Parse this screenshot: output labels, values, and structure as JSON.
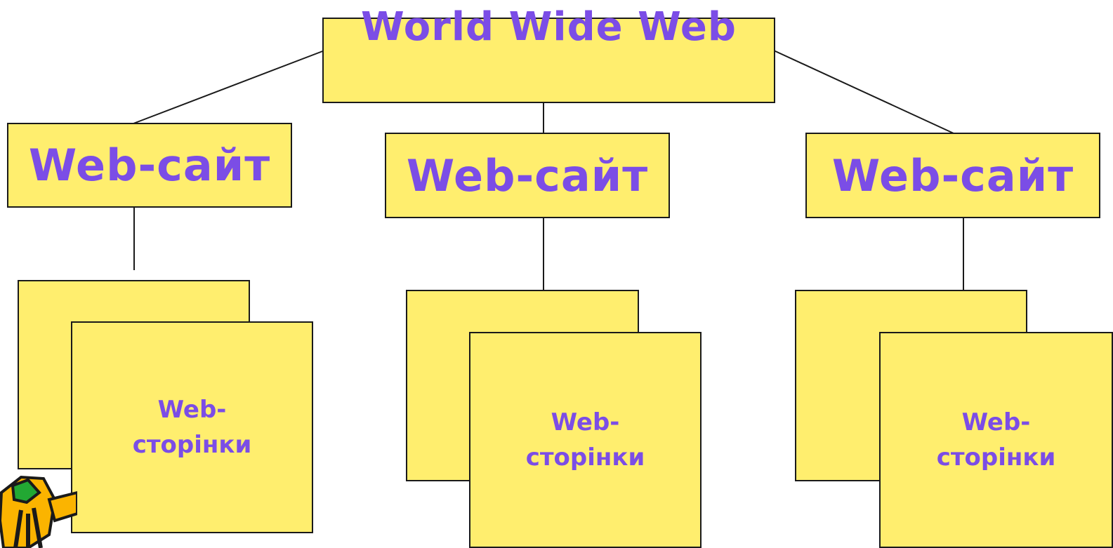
{
  "root": {
    "title": "World Wide Web"
  },
  "sites": [
    {
      "label": "Web-сайт",
      "pages_label_line1": "Web-",
      "pages_label_line2": "сторінки"
    },
    {
      "label": "Web-сайт",
      "pages_label_line1": "Web-",
      "pages_label_line2": "сторінки"
    },
    {
      "label": "Web-сайт",
      "pages_label_line1": "Web-",
      "pages_label_line2": "сторінки"
    }
  ],
  "colors": {
    "box_fill": "#ffee6e",
    "text": "#7b4de6",
    "border": "#1a1a1a"
  },
  "decoration": {
    "icon": "pushpin-clipart-icon"
  }
}
